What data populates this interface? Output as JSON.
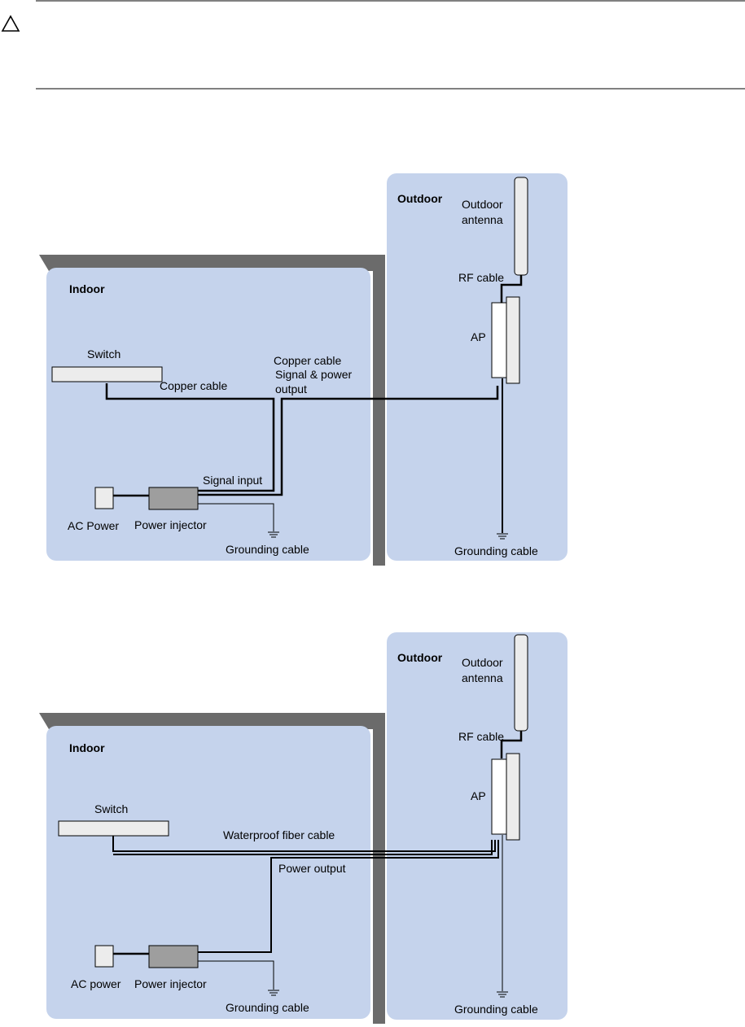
{
  "caution": {
    "icon": "warning-triangle-icon"
  },
  "colors": {
    "zone_fill": "#c5d3ec",
    "wall": "#6b6b6b",
    "injector": "#9e9e9e",
    "device": "#ececec"
  },
  "diagram1": {
    "outdoor": "Outdoor",
    "indoor": "Indoor",
    "antenna_l1": "Outdoor",
    "antenna_l2": "antenna",
    "rf_cable": "RF cable",
    "ap": "AP",
    "switch": "Switch",
    "copper_cable_switch": "Copper cable",
    "copper_cable_out": "Copper cable",
    "signal_power_l1": "Signal & power",
    "signal_power_l2": "output",
    "signal_input": "Signal input",
    "ac_power": "AC Power",
    "power_injector": "Power injector",
    "grounding_indoor": "Grounding cable",
    "grounding_outdoor": "Grounding cable"
  },
  "diagram2": {
    "outdoor": "Outdoor",
    "indoor": "Indoor",
    "antenna_l1": "Outdoor",
    "antenna_l2": "antenna",
    "rf_cable": "RF cable",
    "ap": "AP",
    "switch": "Switch",
    "fiber_cable": "Waterproof fiber cable",
    "power_output": "Power output",
    "ac_power": "AC power",
    "power_injector": "Power injector",
    "grounding_indoor": "Grounding cable",
    "grounding_outdoor": "Grounding cable"
  }
}
